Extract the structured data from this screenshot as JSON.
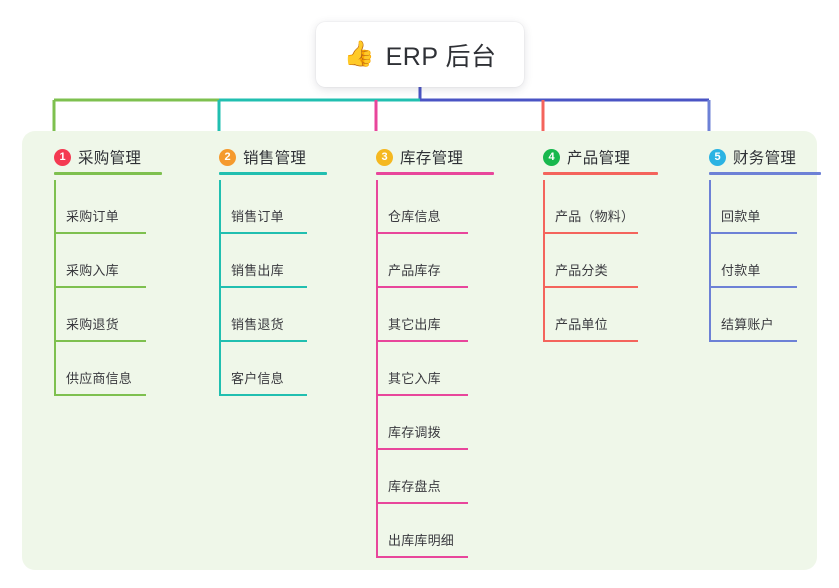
{
  "root": {
    "icon": "thumbs-up-icon",
    "emoji": "👍",
    "title": "ERP 后台"
  },
  "palette": {
    "page_background": "#ffffff",
    "panel_background": "#eff7e9",
    "card_background": "#ffffff",
    "title_text": "#2f3136",
    "leaf_text": "#3a3a3f",
    "root_stem": "#4a54c4"
  },
  "columns": [
    {
      "number": "1",
      "title": "采购管理",
      "badge_color": "#f43a52",
      "line_color": "#7ec04f",
      "bus_color": "#7ec04f",
      "items": [
        "采购订单",
        "采购入库",
        "采购退货",
        "供应商信息"
      ]
    },
    {
      "number": "2",
      "title": "销售管理",
      "badge_color": "#f59a2e",
      "line_color": "#21bfb0",
      "bus_color": "#21bfb0",
      "items": [
        "销售订单",
        "销售出库",
        "销售退货",
        "客户信息"
      ]
    },
    {
      "number": "3",
      "title": "库存管理",
      "badge_color": "#f5b820",
      "line_color": "#e8469b",
      "bus_color": "#4a54c4",
      "items": [
        "仓库信息",
        "产品库存",
        "其它出库",
        "其它入库",
        "库存调拨",
        "库存盘点",
        "出库库明细"
      ]
    },
    {
      "number": "4",
      "title": "产品管理",
      "badge_color": "#18b84e",
      "line_color": "#f4645c",
      "bus_color": "#4a54c4",
      "items": [
        "产品（物料）",
        "产品分类",
        "产品单位"
      ]
    },
    {
      "number": "5",
      "title": "财务管理",
      "badge_color": "#2bb3e3",
      "line_color": "#6d81d6",
      "bus_color": "#4a54c4",
      "items": [
        "回款单",
        "付款单",
        "结算账户"
      ]
    }
  ]
}
